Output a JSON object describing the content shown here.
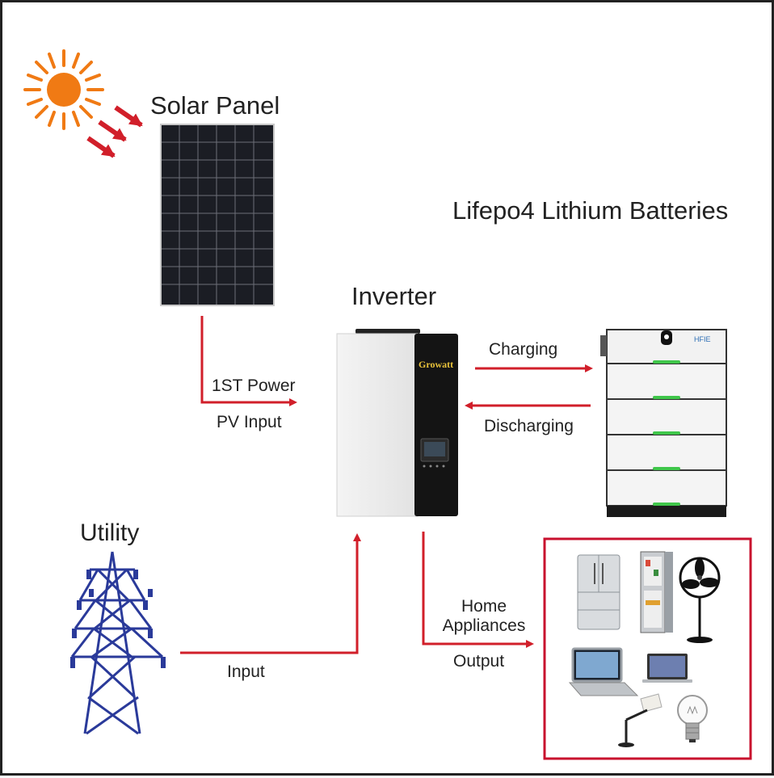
{
  "labels": {
    "solar_panel": "Solar Panel",
    "batteries": "Lifepo4 Lithium Batteries",
    "inverter": "Inverter",
    "utility": "Utility",
    "charging": "Charging",
    "discharging": "Discharging",
    "first_power": "1ST Power",
    "pv_input": "PV Input",
    "input": "Input",
    "home_appliances_line1": "Home",
    "home_appliances_line2": "Appliances",
    "output": "Output",
    "inverter_brand": "Growatt",
    "battery_brand": "HFIE"
  },
  "colors": {
    "arrow": "#d11f2a",
    "tower": "#2a3a9a",
    "panel": "#1b1d24",
    "led": "#3fc64a",
    "sun": "#f07a14"
  },
  "icons": [
    "sun-icon",
    "solar-panel-icon",
    "inverter-icon",
    "battery-stack-icon",
    "power-tower-icon",
    "refrigerator-icon",
    "fridge-open-icon",
    "fan-icon",
    "laptop-icon",
    "laptop-open-icon",
    "floor-lamp-icon",
    "light-bulb-icon"
  ]
}
